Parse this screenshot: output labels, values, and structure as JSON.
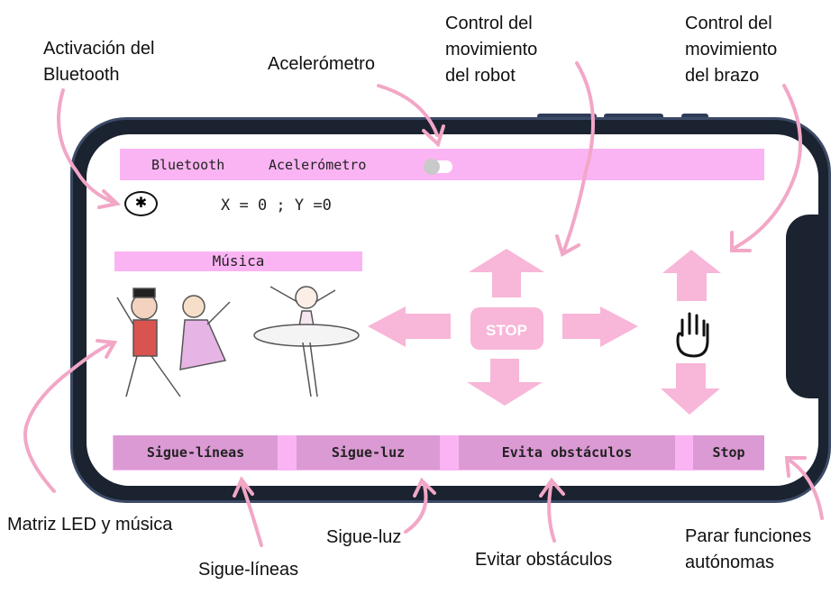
{
  "annotations": {
    "bluetooth": [
      "Activación del",
      "Bluetooth"
    ],
    "accelerometer": "Acelerómetro",
    "robot_movement": [
      "Control del",
      "movimiento",
      "del robot"
    ],
    "arm_movement": [
      "Control del",
      "movimiento",
      "del brazo"
    ],
    "led_music": "Matriz LED y música",
    "line_follower": "Sigue-líneas",
    "light_follower": "Sigue-luz",
    "avoid_obstacles": "Evitar obstáculos",
    "stop_autonomous": [
      "Parar funciones",
      "autónomas"
    ]
  },
  "app": {
    "top_bar": {
      "bluetooth_label": "Bluetooth",
      "accelerometer_label": "Acelerómetro",
      "toggle_on": false
    },
    "coords": "X =  0 ; Y =0",
    "music_label": "Música",
    "stop_label": "STOP",
    "buttons": [
      "Sigue-líneas",
      "Sigue-luz",
      "Evita obstáculos",
      "Stop"
    ],
    "colors": {
      "bar": "#fbb4f3",
      "button": "#db9ad3",
      "arrow": "#f8b6d8",
      "annotation_arrow": "#f2a7c7"
    }
  }
}
